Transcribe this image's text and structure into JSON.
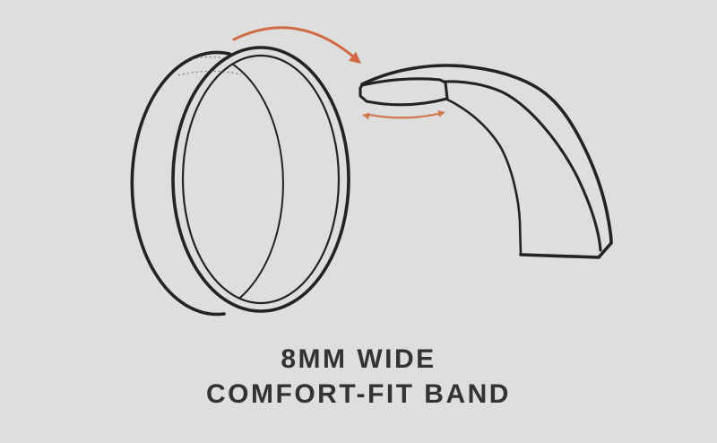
{
  "colors": {
    "background": "#dedede",
    "ink": "#232323",
    "accent": "#cf6a42",
    "accent_soft": "#d07a52",
    "caption": "#333333"
  },
  "caption": {
    "line1": "8MM WIDE",
    "line2": "COMFORT-FIT BAND"
  },
  "icons": {
    "ring": "ring-three-quarter-view",
    "rotation_arrow": "curved-arrow-pointing-right",
    "cross_section": "hatched-band-cross-section",
    "width_arrow": "double-headed-width-arrow"
  }
}
